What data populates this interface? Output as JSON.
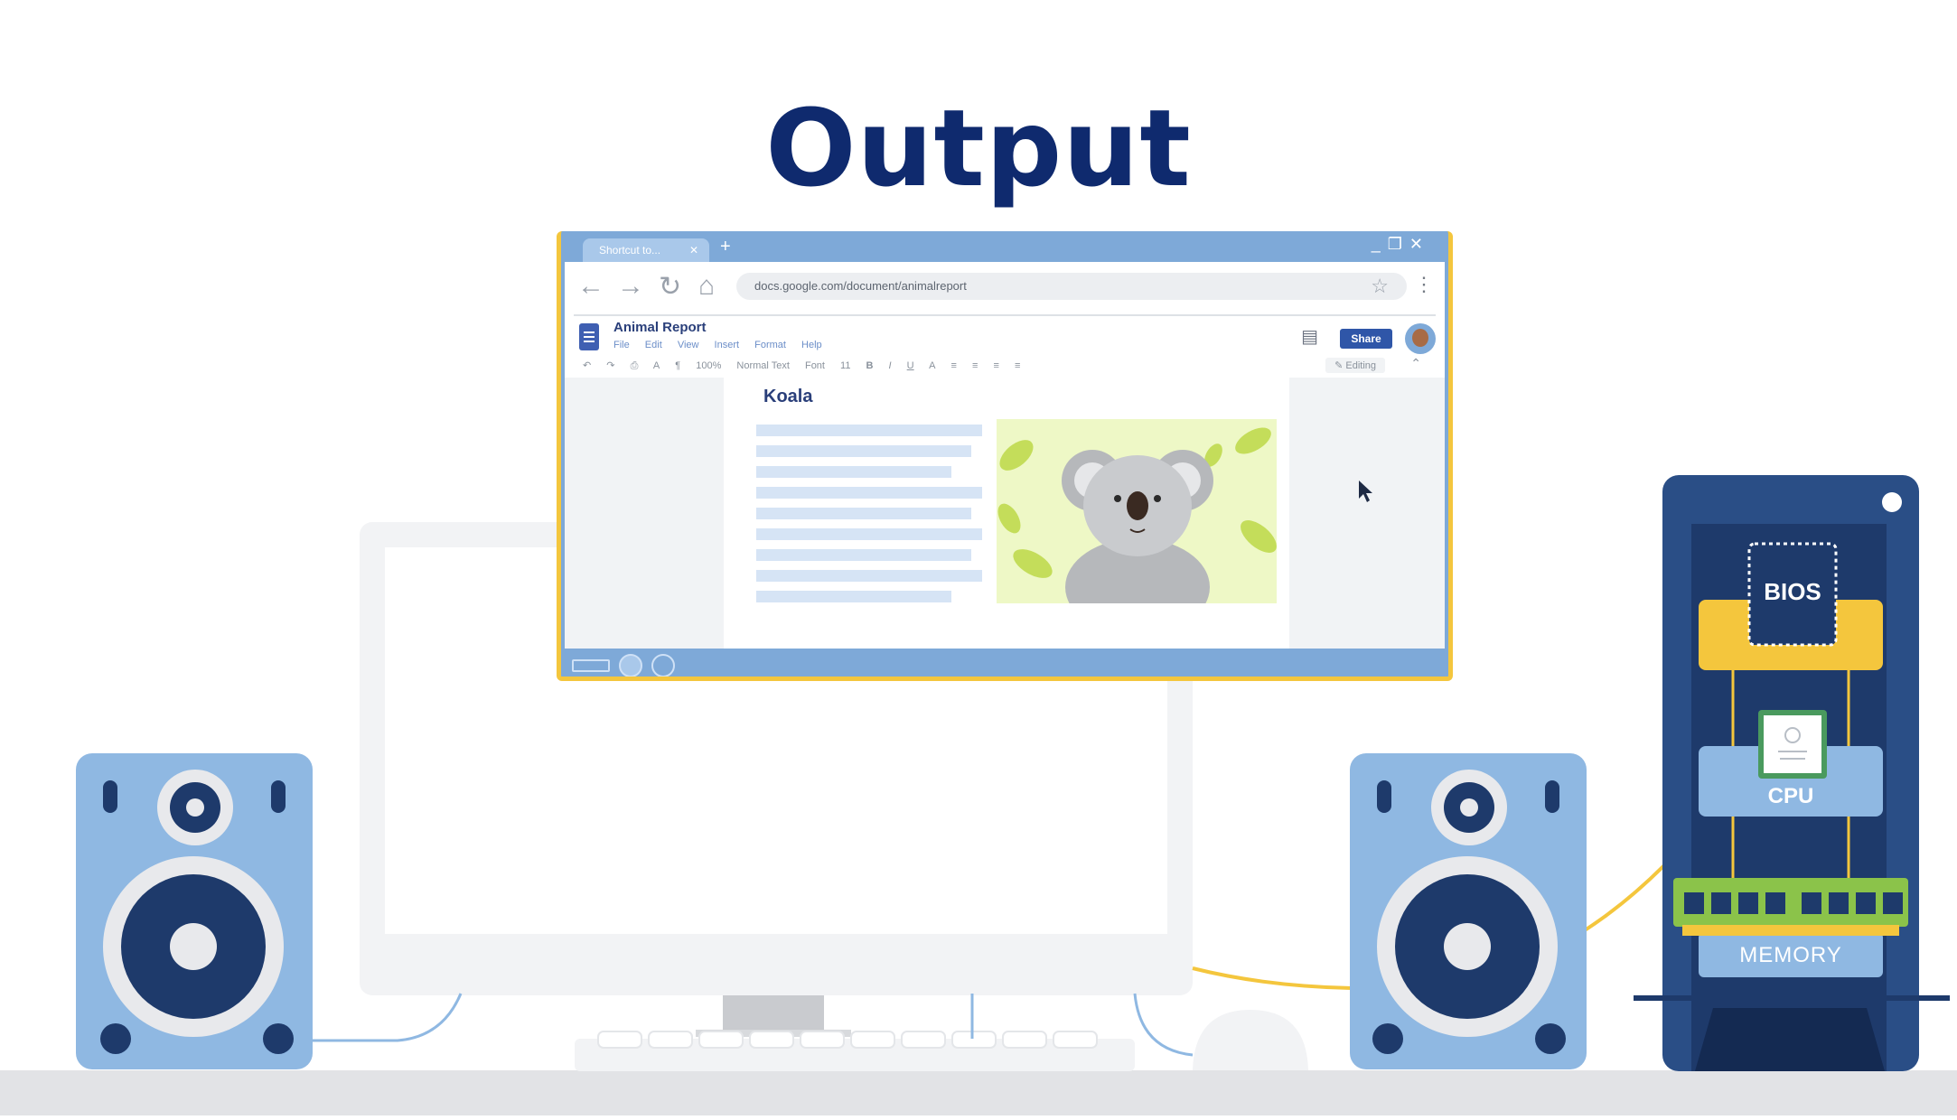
{
  "heading": "Output",
  "browser": {
    "tab_label": "Shortcut to...",
    "url": "docs.google.com/document/animalreport",
    "doc_title": "Animal Report",
    "menus": [
      "File",
      "Edit",
      "View",
      "Insert",
      "Format",
      "Help"
    ],
    "share_label": "Share",
    "toolbar": {
      "zoom": "100%",
      "style": "Normal Text",
      "font": "Font",
      "size": "11",
      "mode": "Editing"
    },
    "doc_heading": "Koala"
  },
  "tower": {
    "bios_label": "BIOS",
    "cpu_label": "CPU",
    "memory_label": "MEMORY"
  },
  "colors": {
    "heading": "#0f2a6e",
    "frame_blue": "#7ea9d8",
    "highlight_yellow": "#f4c63d",
    "tower_navy": "#1e3a6b",
    "speaker_blue": "#8fb8e2"
  }
}
